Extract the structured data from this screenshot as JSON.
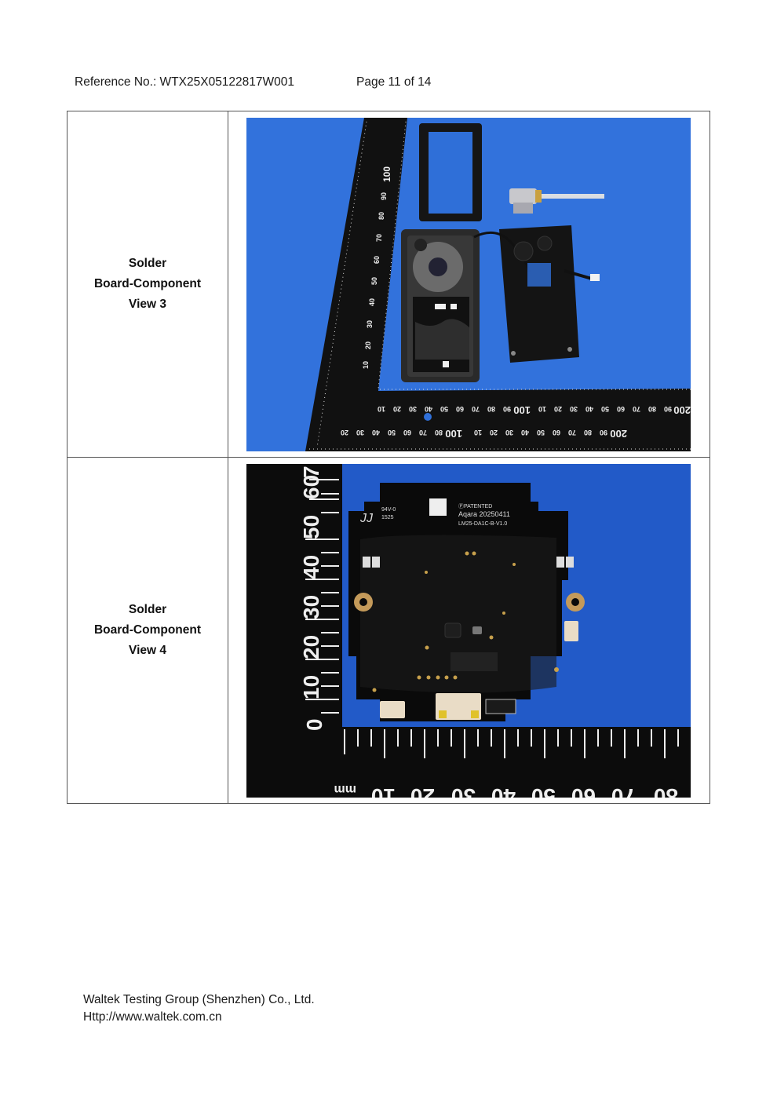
{
  "header": {
    "reference": "Reference No.: WTX25X05122817W001",
    "page": "Page 11 of 14"
  },
  "table": {
    "rows": [
      {
        "label_lines": [
          "Solder",
          "Board-Component",
          "View 3"
        ],
        "photo": {
          "description": "Disassembled lock panel on blue background with L-shaped black metric ruler: gasket frame, motor cylinder with shaft, housing with PCB, and black metal back plate with cable",
          "background_color": "#2f6fd8",
          "ruler_labels_bottom": [
            "10",
            "20",
            "30",
            "40",
            "50",
            "60",
            "70",
            "80",
            "90",
            "100",
            "10",
            "20",
            "30",
            "40",
            "50",
            "60",
            "70",
            "80",
            "90",
            "200",
            "10"
          ],
          "ruler_labels_left": [
            "10",
            "20",
            "30",
            "40",
            "50",
            "60",
            "70",
            "80",
            "90",
            "100"
          ]
        }
      },
      {
        "label_lines": [
          "Solder",
          "Board-Component",
          "View 4"
        ],
        "photo": {
          "description": "Black PCB close-up on blue fabric with white-on-black mm ruler along left and bottom",
          "background_color": "#1f56c4",
          "pcb_markings": [
            "94V-0",
            "1525",
            "ⓅPATENTED",
            "Aqara 20250411",
            "LM25-DA1C-B-V1.0"
          ],
          "ruler_unit": "mm",
          "ruler_labels_bottom": [
            "10",
            "20",
            "30",
            "40",
            "50",
            "60",
            "70",
            "80"
          ],
          "ruler_labels_left": [
            "10",
            "20",
            "30",
            "40",
            "50",
            "60",
            "7"
          ]
        }
      }
    ]
  },
  "footer": {
    "company": "Waltek Testing Group (Shenzhen) Co., Ltd.",
    "website": "Http://www.waltek.com.cn"
  }
}
